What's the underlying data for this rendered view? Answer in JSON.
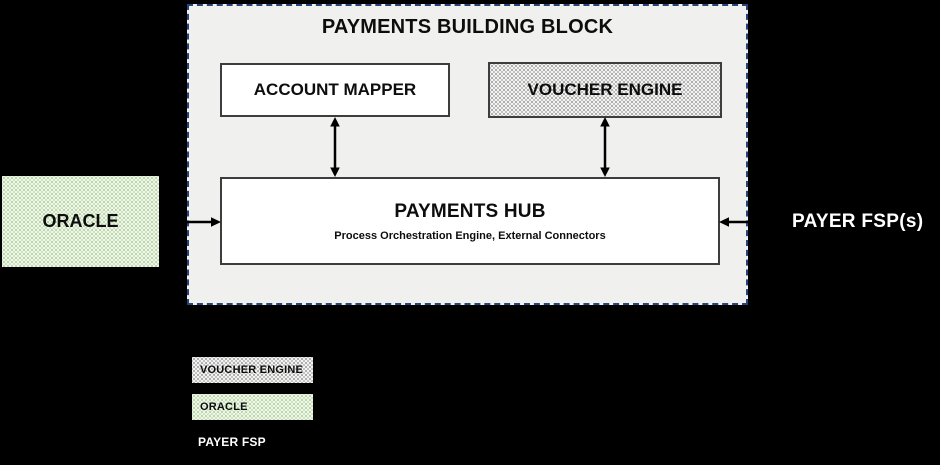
{
  "diagram": {
    "container_title": "PAYMENTS BUILDING BLOCK",
    "nodes": {
      "account_mapper": {
        "label": "ACCOUNT MAPPER"
      },
      "voucher_engine": {
        "label": "VOUCHER ENGINE"
      },
      "payments_hub": {
        "label": "PAYMENTS HUB",
        "sublabel": "Process Orchestration Engine, External Connectors"
      },
      "oracle": {
        "label": "ORACLE"
      },
      "payer_fsp": {
        "label": "PAYER FSP(s)"
      }
    },
    "legend": [
      {
        "label": "VOUCHER ENGINE",
        "swatch": "gray-stipple"
      },
      {
        "label": "ORACLE",
        "swatch": "green-stipple"
      },
      {
        "label": "PAYER FSP",
        "swatch": "none"
      }
    ],
    "colors": {
      "canvas_bg": "#000000",
      "container_bg": "#f0f0ef",
      "container_border": "#26437c",
      "node_border": "#3d3d3d",
      "node_bg": "#ffffff",
      "gray_stipple_dot": "#9a9a9a",
      "green_stipple_dot": "#a9cf92",
      "green_stipple_bg": "#f1f6ec",
      "arrow": "#000000",
      "text_dark": "#0d0d0d",
      "text_light": "#ffffff"
    }
  }
}
